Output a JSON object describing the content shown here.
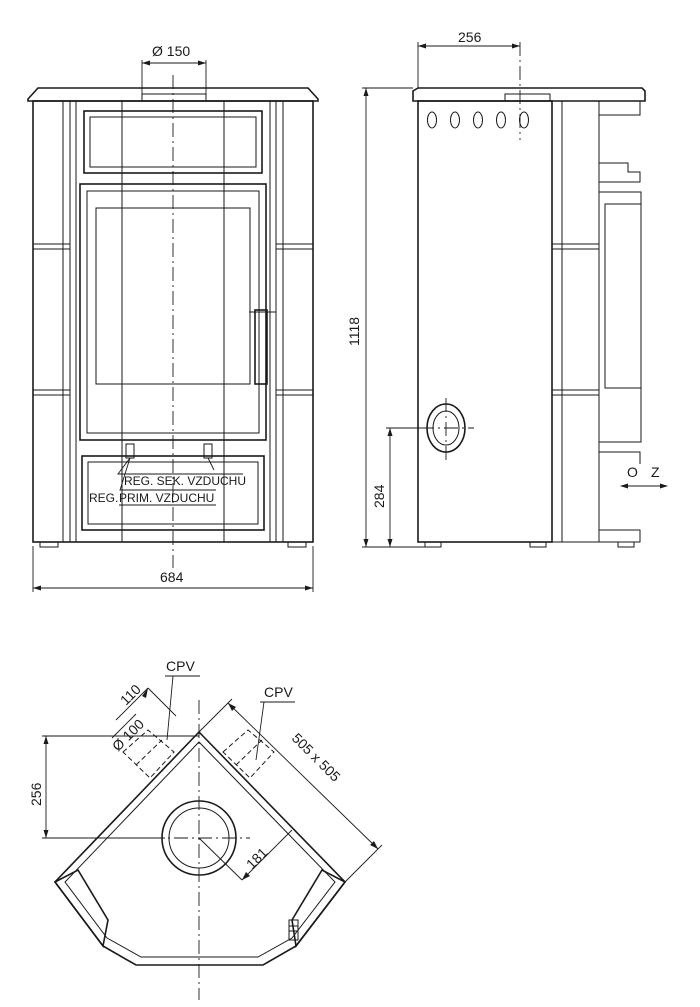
{
  "front_view": {
    "flue_diameter": "Ø 150",
    "width": "684",
    "reg_secondary": "REG. SEK. VZDUCHU",
    "reg_primary_prefix": "REG.",
    "reg_primary_underlined": "PRIM. VZDUCHU"
  },
  "side_view": {
    "outlet_offset": "256",
    "height": "1118",
    "rear_outlet_height": "284",
    "direction_o": "O",
    "direction_z": "Z"
  },
  "top_view": {
    "cpv_left": "CPV",
    "cpv_right": "CPV",
    "dim_110": "110",
    "dim_d100": "Ø 100",
    "dim_256": "256",
    "dim_footprint": "505 x 505",
    "dim_181": "181"
  }
}
